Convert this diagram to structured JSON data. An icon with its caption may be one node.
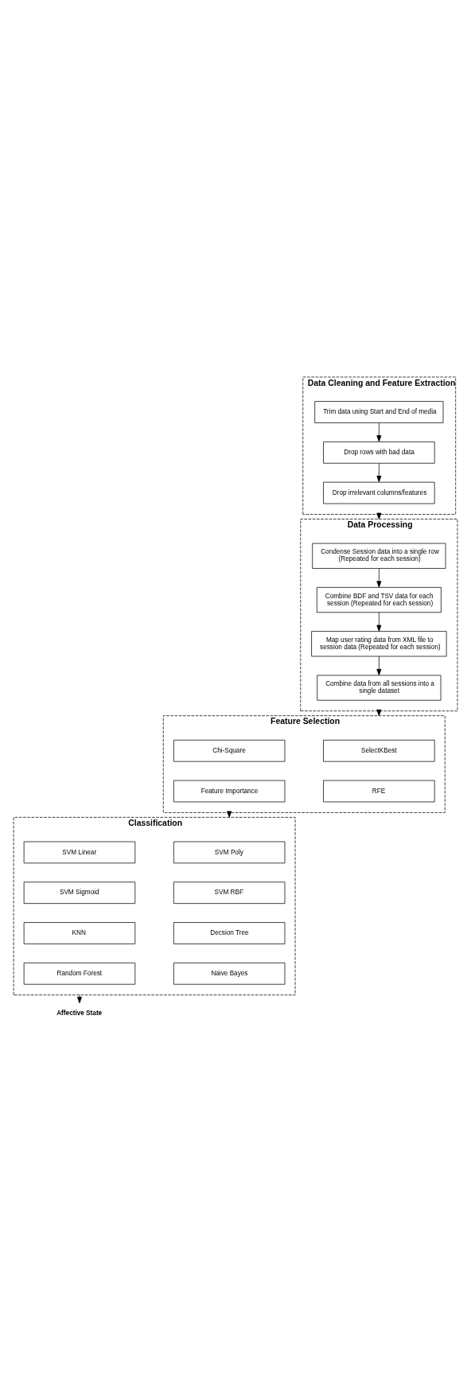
{
  "diagram": {
    "nodes": [
      {
        "text": [
          "Data Cleaning and Feature Extraction"
        ]
      },
      {
        "text": [
          "Trim data using Start and End of media"
        ],
        "in": 0
      },
      {
        "text": [
          "Drop rows with bad data"
        ],
        "in": 0
      },
      {
        "text": [
          "Drop irrelevant columns/features"
        ],
        "in": 0
      },
      {
        "text": [
          "Data Processing"
        ]
      },
      {
        "text": [
          "Condense Session data into a single row (Repeated for each session)"
        ],
        "in": 4
      },
      {
        "text": [
          "Combine BDF and TSV data for each session (Repeated for each session)"
        ],
        "in": 4
      },
      {
        "text": [
          "Map user rating data from XML file to session data (Repeated for each session)"
        ],
        "in": 4
      },
      {
        "text": [
          "Combine data from all sessions into a single dataset"
        ],
        "in": 4
      },
      {
        "text": [
          "Feature Selection"
        ]
      },
      {
        "text": [
          "SelectKBest"
        ],
        "in": 9
      },
      {
        "text": [
          "Chi-Square"
        ],
        "in": 9
      },
      {
        "text": [
          "RFE"
        ],
        "in": 9
      },
      {
        "text": [
          "Feature Importance"
        ],
        "in": 9
      },
      {
        "text": [
          "Classification"
        ]
      },
      {
        "text": [
          "SVM Poly"
        ],
        "in": 14
      },
      {
        "text": [
          "SVM Linear"
        ],
        "in": 14
      },
      {
        "text": [
          "SVM RBF"
        ],
        "in": 14
      },
      {
        "text": [
          "SVM Sigmoid"
        ],
        "in": 14
      },
      {
        "text": [
          "Decsion Tree"
        ],
        "in": 14
      },
      {
        "text": [
          "KNN"
        ],
        "in": 14
      },
      {
        "text": [
          "Naive Bayes"
        ],
        "in": 14
      },
      {
        "text": [
          "Random Forest"
        ],
        "in": 14
      },
      {
        "text": [
          "Affective State"
        ]
      }
    ],
    "edges": [
      {
        "from": 1,
        "to": 2,
        "arrow": "to"
      },
      {
        "from": 2,
        "to": 3,
        "arrow": "to"
      },
      {
        "from": 0,
        "to": 4,
        "arrow": "to"
      },
      {
        "from": 5,
        "to": 6,
        "arrow": "to"
      },
      {
        "from": 6,
        "to": 7,
        "arrow": "to"
      },
      {
        "from": 7,
        "to": 8,
        "arrow": "to"
      },
      {
        "from": 4,
        "to": 9,
        "arrow": "to"
      },
      {
        "from": 9,
        "to": 14,
        "arrow": "to"
      },
      {
        "from": 14,
        "to": 23,
        "arrow": "to"
      }
    ]
  }
}
